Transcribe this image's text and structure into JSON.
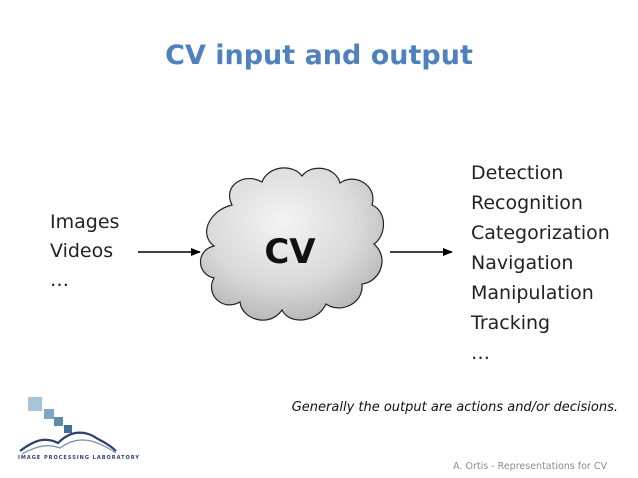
{
  "title": "CV input and output",
  "inputs": [
    "Images",
    "Videos",
    "…"
  ],
  "center_label": "CV",
  "outputs": [
    "Detection",
    "Recognition",
    "Categorization",
    "Navigation",
    "Manipulation",
    "Tracking",
    "…"
  ],
  "note": "Generally the output are actions and/or decisions.",
  "footer": "A. Ortis - Representations for CV",
  "logo_text": "IMAGE PROCESSING LABORATORY",
  "colors": {
    "title": "#4f81bd",
    "cloud_fill_top": "#f2f2f2",
    "cloud_fill_bottom": "#bfbfbf",
    "cloud_stroke": "#222222",
    "arrow": "#000000"
  }
}
